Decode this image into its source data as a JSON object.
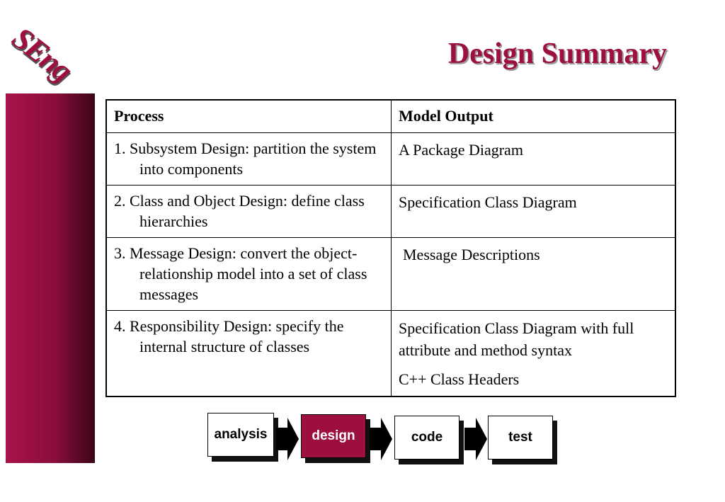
{
  "logo": {
    "text": "SEng"
  },
  "header": {
    "title": "Design Summary"
  },
  "table": {
    "headers": [
      "Process",
      "Model Output"
    ],
    "rows": [
      {
        "process": "1. Subsystem Design: partition the system into components",
        "output": [
          "A Package Diagram"
        ]
      },
      {
        "process": "2. Class and Object Design: define class hierarchies",
        "output": [
          "Specification Class Diagram"
        ]
      },
      {
        "process": "3. Message Design: convert the object-relationship model into a set of class messages",
        "output": [
          "Message Descriptions"
        ]
      },
      {
        "process": "4. Responsibility Design: specify the internal structure of classes",
        "output": [
          "Specification Class Diagram with full attribute and method syntax",
          "C++ Class Headers"
        ]
      }
    ]
  },
  "flow": {
    "steps": [
      "analysis",
      "design",
      "code",
      "test"
    ],
    "active_step": "design"
  },
  "colors": {
    "accent": "#9c0f3e",
    "sidebar_dark": "#3a0618"
  }
}
